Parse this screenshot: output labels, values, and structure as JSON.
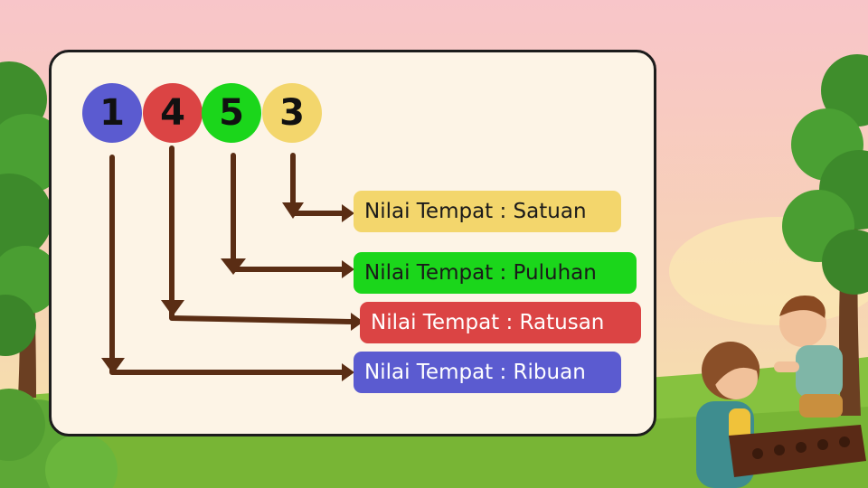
{
  "colors": {
    "sky_top": "#f7c6c8",
    "sky_bottom": "#f6e2a6",
    "grass": "#7fbf3a",
    "card_bg": "#fdf4e6",
    "arrow": "#5a2d14"
  },
  "digits": [
    {
      "value": "1",
      "color": "#5b5bd0"
    },
    {
      "value": "4",
      "color": "#db4444"
    },
    {
      "value": "5",
      "color": "#1bd61b"
    },
    {
      "value": "3",
      "color": "#f3d66c"
    }
  ],
  "labels": [
    {
      "text": "Nilai Tempat : Satuan",
      "color": "#f3d66c"
    },
    {
      "text": "Nilai Tempat : Puluhan",
      "color": "#1bd61b"
    },
    {
      "text": "Nilai Tempat : Ratusan",
      "color": "#db4444"
    },
    {
      "text": "Nilai Tempat : Ribuan",
      "color": "#5b5bd0"
    }
  ]
}
